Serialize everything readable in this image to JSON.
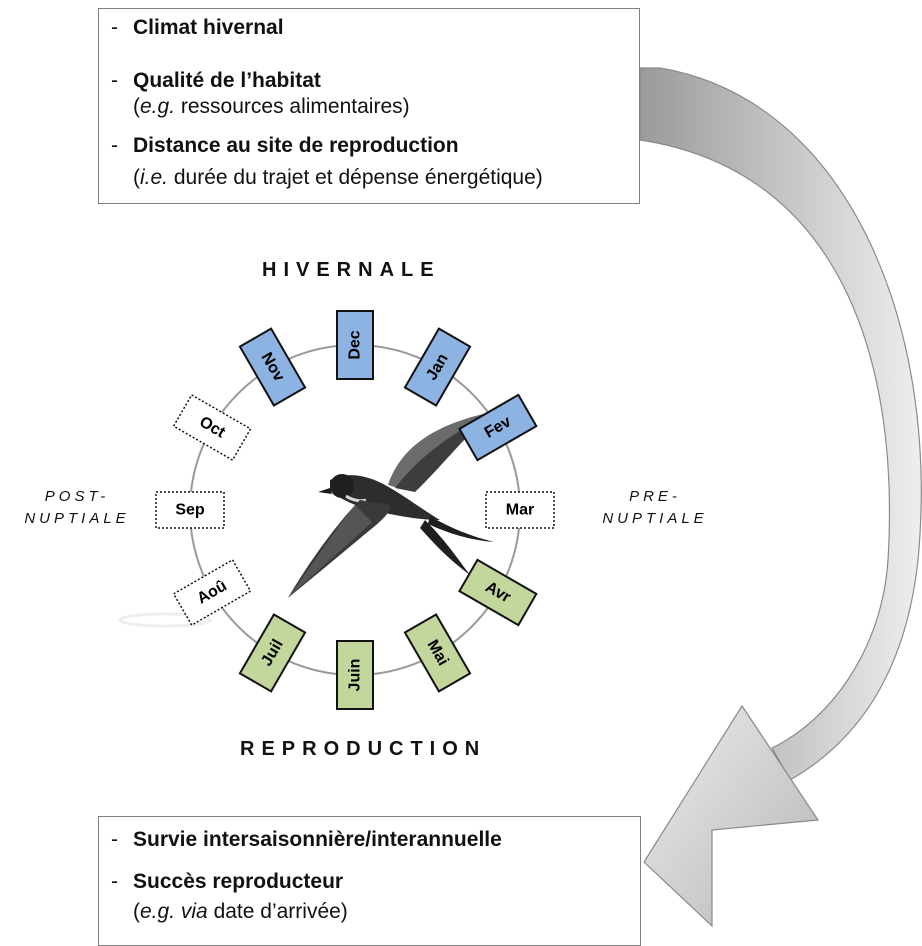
{
  "top_box": {
    "items": [
      {
        "dash": "-",
        "bold": "Climat hivernal",
        "pre": "",
        "italic1": "",
        "mid": "",
        "italic2": "",
        "post": ""
      },
      {
        "dash": "-",
        "bold": "Qualité de l’habitat",
        "pre": "(",
        "italic1": "e.g.",
        "mid": " ressources alimentaires)",
        "italic2": "",
        "post": ""
      },
      {
        "dash": "-",
        "bold": "Distance au site de reproduction",
        "pre": "(",
        "italic1": "i.e.",
        "mid": " durée du trajet et dépense énergétique)",
        "italic2": "",
        "post": ""
      }
    ]
  },
  "bottom_box": {
    "items": [
      {
        "dash": "-",
        "bold": "Survie intersaisonnière/interannuelle"
      },
      {
        "dash": "-",
        "bold": "Succès reproducteur",
        "pre": "(",
        "italic1": "e.g.",
        "mid": " ",
        "italic2": "via",
        "post": " date d’arrivée)"
      }
    ]
  },
  "seasons": {
    "winter": "HIVERNALE",
    "breeding": "REPRODUCTION",
    "post_line1": "POST-",
    "post_line2": "NUPTIALE",
    "pre_line1": "PRE-",
    "pre_line2": "NUPTIALE"
  },
  "months": [
    {
      "label": "Dec",
      "kind": "winter"
    },
    {
      "label": "Jan",
      "kind": "winter"
    },
    {
      "label": "Fev",
      "kind": "winter"
    },
    {
      "label": "Mar",
      "kind": "migration"
    },
    {
      "label": "Avr",
      "kind": "breeding"
    },
    {
      "label": "Mai",
      "kind": "breeding"
    },
    {
      "label": "Juin",
      "kind": "breeding"
    },
    {
      "label": "Juil",
      "kind": "breeding"
    },
    {
      "label": "Aoû",
      "kind": "migration"
    },
    {
      "label": "Sep",
      "kind": "migration"
    },
    {
      "label": "Oct",
      "kind": "migration"
    },
    {
      "label": "Nov",
      "kind": "winter"
    }
  ],
  "colors": {
    "winter": "#8db3e2",
    "breeding": "#c3d69b",
    "migration": "#ffffff",
    "arrow_light": "#e3e3e3",
    "arrow_dark": "#9a9a9a",
    "ring": "#999999"
  },
  "bird_icon": "swallow-icon"
}
